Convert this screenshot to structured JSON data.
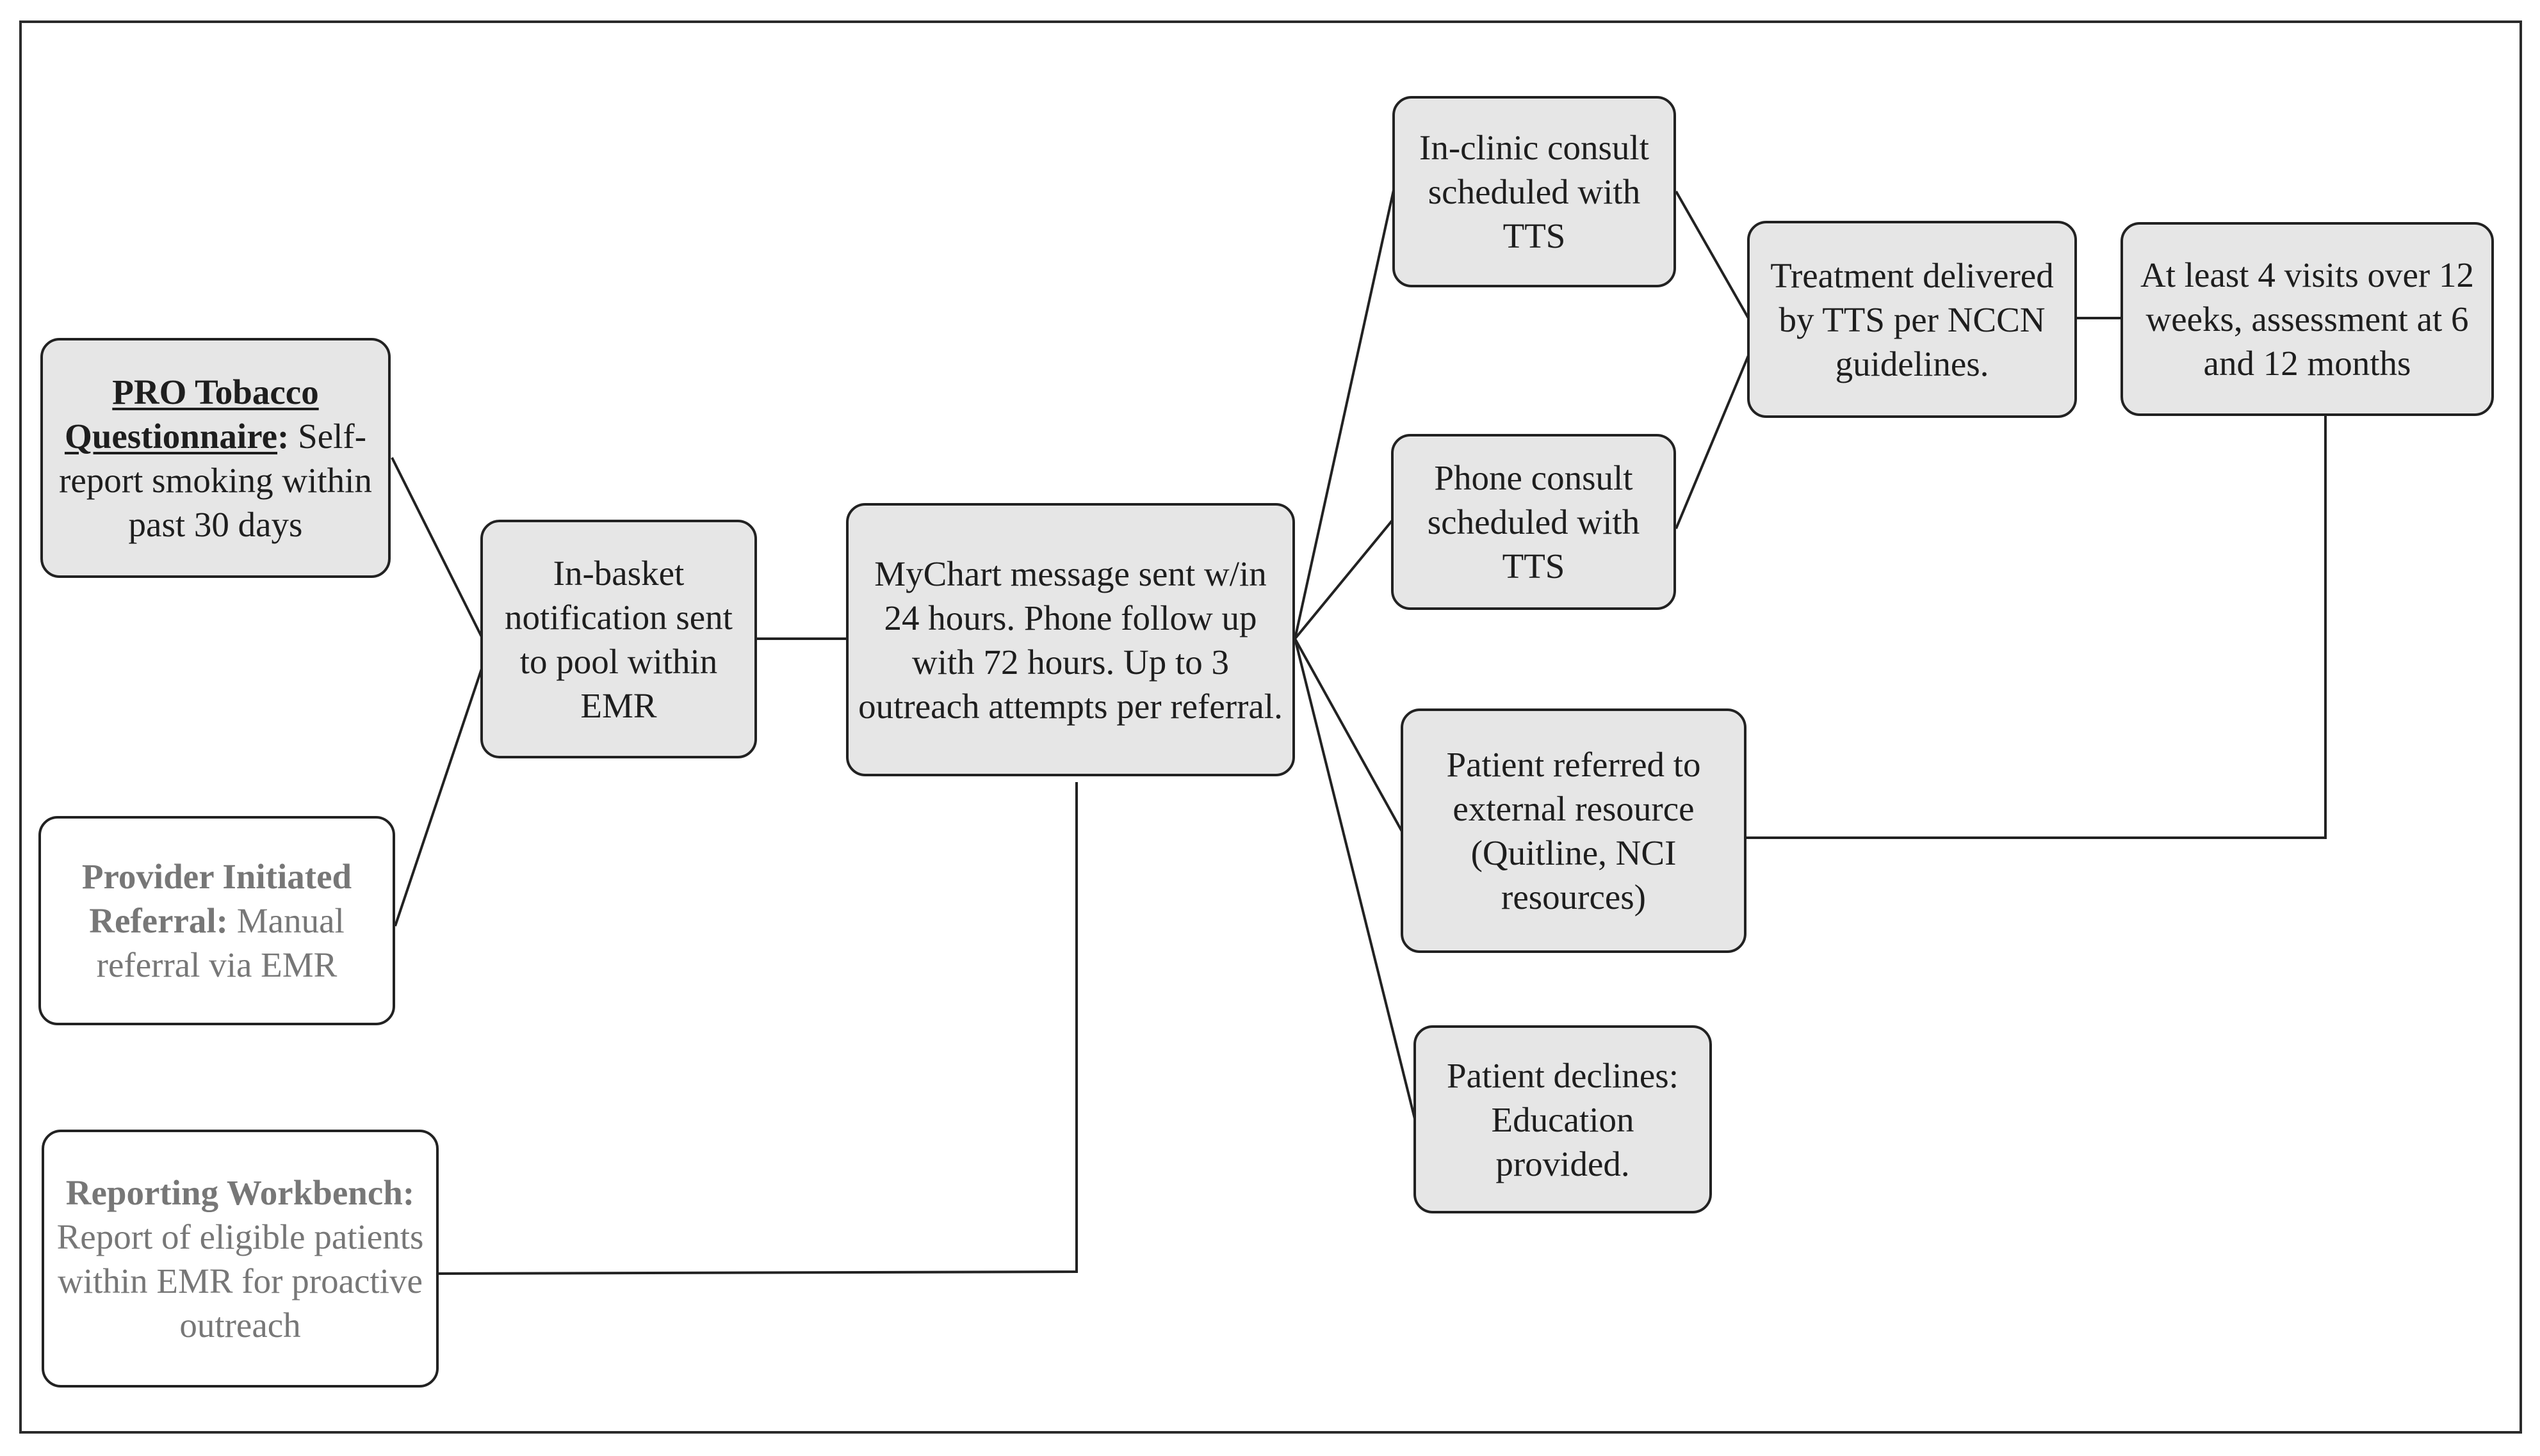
{
  "nodes": {
    "pro_questionnaire": {
      "title": "PRO Tobacco Questionnaire",
      "title_suffix": ":",
      "body": "Self-report smoking within past 30 days"
    },
    "provider_referral": {
      "title": "Provider Initiated Referral:",
      "body": "Manual referral via EMR"
    },
    "reporting_workbench": {
      "title": "Reporting Workbench:",
      "body": "Report of eligible patients within EMR for proactive outreach"
    },
    "inbasket": {
      "text": "In-basket notification sent to pool within EMR"
    },
    "mychart": {
      "text": "MyChart message sent w/in 24 hours. Phone follow up with 72 hours. Up to 3 outreach attempts per referral."
    },
    "inclinic": {
      "text": "In-clinic consult scheduled with TTS"
    },
    "phone": {
      "text": "Phone consult scheduled with TTS"
    },
    "external": {
      "text": "Patient referred to external resource (Quitline, NCI resources)"
    },
    "declines": {
      "text": "Patient declines: Education provided."
    },
    "treatment": {
      "text": "Treatment delivered by TTS per NCCN guidelines."
    },
    "visits": {
      "text": "At least 4 visits over 12 weeks, assessment at 6 and 12 months"
    }
  },
  "colors": {
    "box_fill": "#e6e6e6",
    "outline_fill": "#ffffff",
    "stroke": "#222222",
    "text": "#1e1e1e",
    "muted_text": "#777777"
  }
}
